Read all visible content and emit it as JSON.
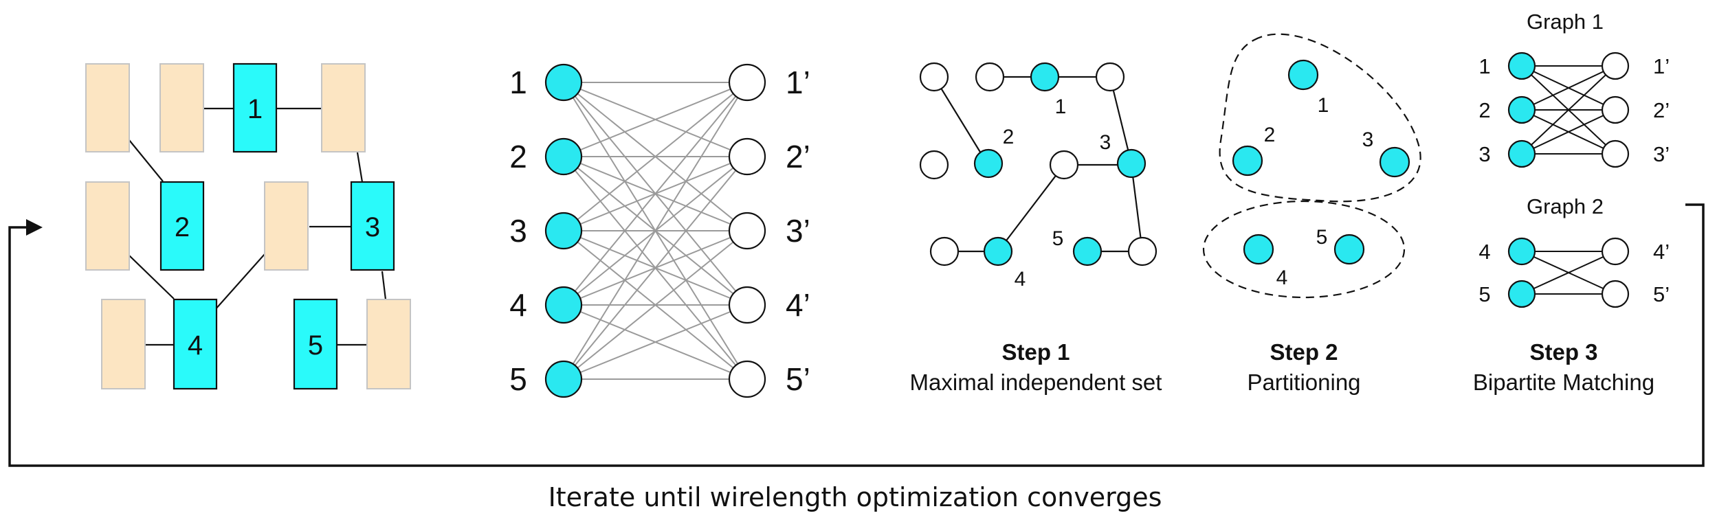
{
  "colors": {
    "cell_orange": "#FCE5C2",
    "cell_orange_stroke": "#C8C8C8",
    "cell_cyan": "#2AFAFA",
    "node_cyan": "#2AE8F0",
    "line_dark": "#111111",
    "line_gray": "#9a9a9a"
  },
  "placement": {
    "cell_labels": [
      "1",
      "2",
      "3",
      "4",
      "5"
    ]
  },
  "bipartite": {
    "left_labels": [
      "1",
      "2",
      "3",
      "4",
      "5"
    ],
    "right_labels": [
      "1’",
      "2’",
      "3’",
      "4’",
      "5’"
    ]
  },
  "step1": {
    "node_labels": [
      "1",
      "2",
      "3",
      "4",
      "5"
    ],
    "title": "Step 1",
    "subtitle": "Maximal independent set"
  },
  "step2": {
    "node_labels": [
      "1",
      "2",
      "3",
      "4",
      "5"
    ],
    "title": "Step 2",
    "subtitle": "Partitioning"
  },
  "step3": {
    "graph1_title": "Graph 1",
    "graph1_left": [
      "1",
      "2",
      "3"
    ],
    "graph1_right": [
      "1’",
      "2’",
      "3’"
    ],
    "graph2_title": "Graph 2",
    "graph2_left": [
      "4",
      "5"
    ],
    "graph2_right": [
      "4’",
      "5’"
    ],
    "title": "Step 3",
    "subtitle": "Bipartite Matching"
  },
  "loop_caption": "Iterate until wirelength optimization converges"
}
